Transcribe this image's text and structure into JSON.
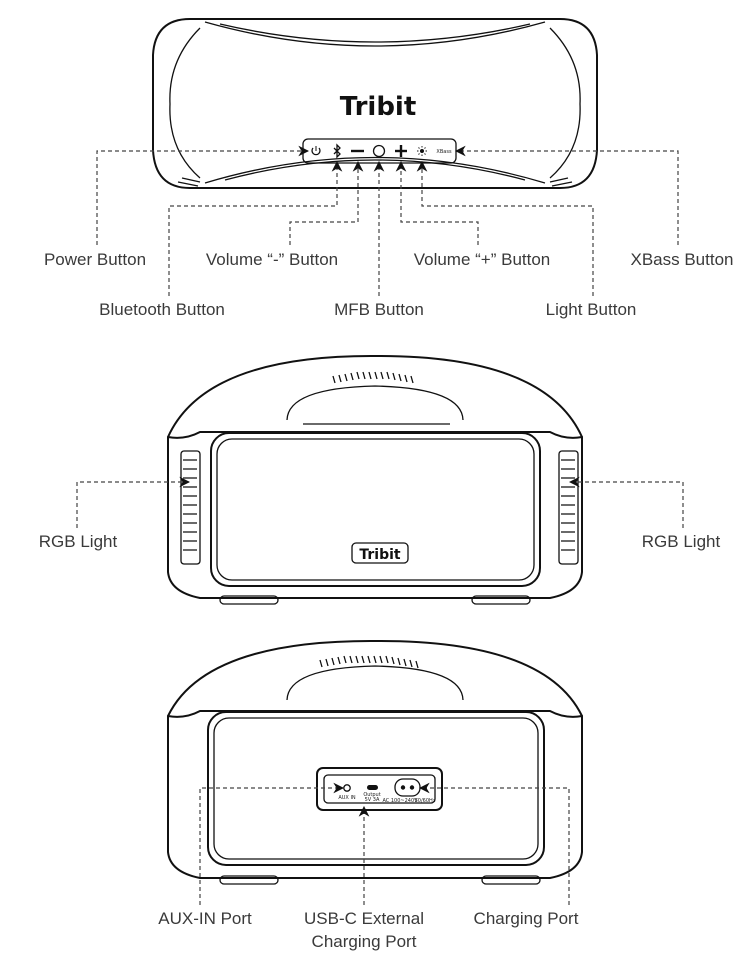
{
  "brand": "Tribit",
  "colors": {
    "line": "#111111",
    "label": "#3a3a3a",
    "leader": "#444444"
  },
  "top_view": {
    "panel_icons": [
      "power-icon",
      "bluetooth-icon",
      "minus-icon",
      "circle-icon",
      "plus-icon",
      "light-icon"
    ],
    "xbass_text": "XBass",
    "labels": {
      "power": "Power Button",
      "volume_minus": "Volume “-” Button",
      "volume_plus": "Volume “+” Button",
      "xbass": "XBass Button",
      "bluetooth": "Bluetooth Button",
      "mfb": "MFB Button",
      "light": "Light Button"
    }
  },
  "front_view": {
    "labels": {
      "rgb_left": "RGB Light",
      "rgb_right": "RGB Light"
    }
  },
  "back_view": {
    "port_texts": {
      "aux": "AUX IN",
      "output": "Output",
      "output2": "5V 3A",
      "ac": "AC 100~240V",
      "ac2": "50/60Hz"
    },
    "labels": {
      "aux": "AUX-IN Port",
      "usbc_line1": "USB-C External",
      "usbc_line2": "Charging Port",
      "charging": "Charging Port"
    }
  }
}
